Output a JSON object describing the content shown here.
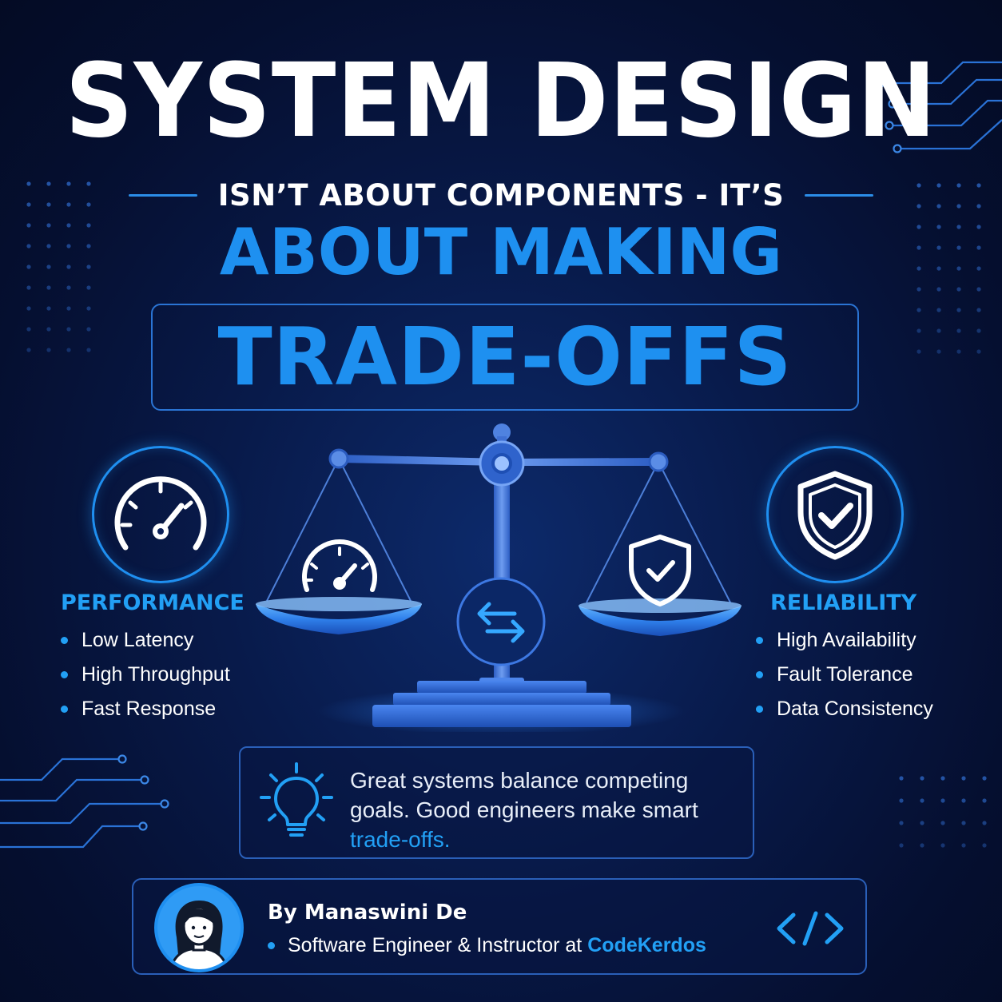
{
  "headline": {
    "title": "SYSTEM DESIGN",
    "subtitle": "ISN’T ABOUT COMPONENTS - IT’S",
    "highlight": "ABOUT MAKING",
    "boxed": "TRADE-OFFS"
  },
  "left_panel": {
    "icon": "speedometer-icon",
    "heading": "PERFORMANCE",
    "items": [
      "Low Latency",
      "High Throughput",
      "Fast Response"
    ]
  },
  "right_panel": {
    "icon": "shield-check-icon",
    "heading": "RELIABILITY",
    "items": [
      "High Availability",
      "Fault Tolerance",
      "Data Consistency"
    ]
  },
  "scale": {
    "left_pan_icon": "speedometer-icon",
    "right_pan_icon": "shield-check-icon",
    "center_icon": "swap-arrows-icon"
  },
  "quote": {
    "icon": "lightbulb-icon",
    "text": "Great systems balance competing goals. Good engineers make smart",
    "accent": "trade-offs."
  },
  "author": {
    "avatar_icon": "person-avatar-icon",
    "name": "By Manaswini De",
    "role": "Software Engineer & Instructor at",
    "org": "CodeKerdos",
    "badge_icon": "code-brackets-icon"
  },
  "colors": {
    "background": "#061238",
    "accent": "#1e90f0",
    "text": "#ffffff"
  }
}
